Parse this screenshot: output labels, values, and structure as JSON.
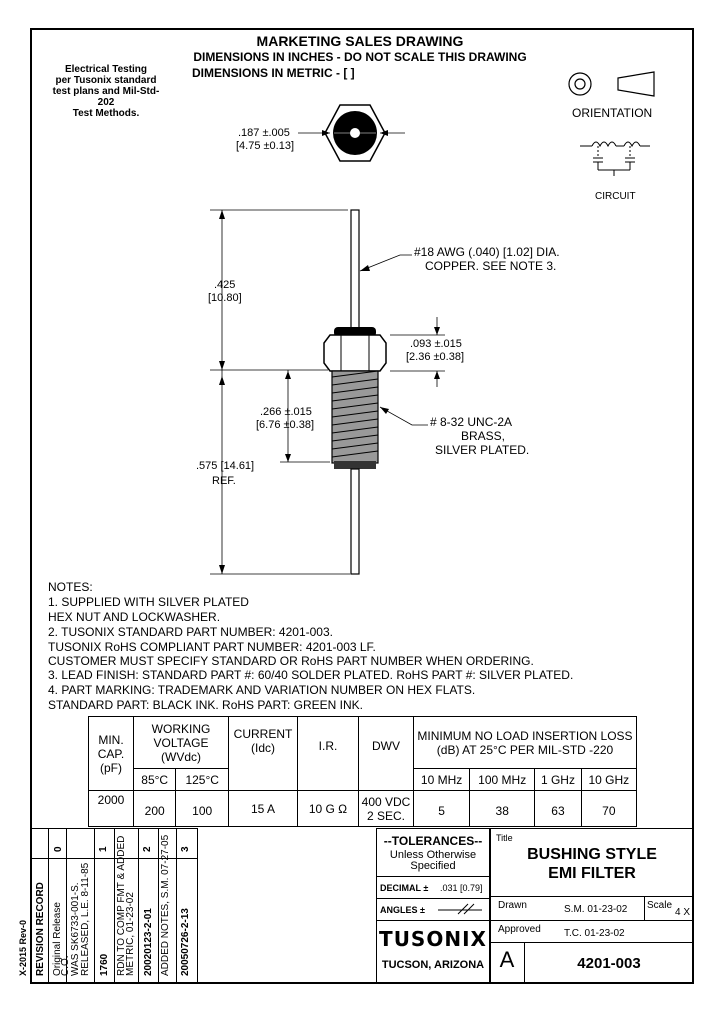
{
  "header": {
    "line1": "MARKETING SALES DRAWING",
    "line2": "DIMENSIONS IN INCHES - DO NOT SCALE THIS DRAWING",
    "line3": "DIMENSIONS IN METRIC - [    ]"
  },
  "testing_note": [
    "Electrical Testing",
    "per Tusonix standard",
    "test plans and Mil-Std-202",
    "Test Methods."
  ],
  "orientation_label": "ORIENTATION",
  "circuit_label": "CIRCUIT",
  "dims": {
    "hex": ".187 ±.005",
    "hex_metric": "[4.75 ±0.13]",
    "lead_len": ".425",
    "lead_len_metric": "[10.80]",
    "wire_note1": "#18 AWG (.040) [1.02] DIA.",
    "wire_note2": "COPPER. SEE NOTE 3.",
    "nut_h": ".093 ±.015",
    "nut_h_metric": "[2.36 ±0.38]",
    "thread_len": ".266 ±.015",
    "thread_len_metric": "[6.76 ±0.38]",
    "thread_note1": "# 8-32  UNC-2A",
    "thread_note2": "BRASS,",
    "thread_note3": "SILVER PLATED.",
    "total": ".575 [14.61]",
    "total_ref": "REF."
  },
  "notes": [
    "NOTES:",
    "1.  SUPPLIED WITH SILVER PLATED",
    "      HEX NUT AND LOCKWASHER.",
    "2.  TUSONIX STANDARD PART NUMBER: 4201-003.",
    "      TUSONIX  RoHS  COMPLIANT PART NUMBER:  4201-003  LF.",
    "      CUSTOMER MUST SPECIFY STANDARD OR  RoHS  PART NUMBER WHEN ORDERING.",
    "3.  LEAD FINISH:  STANDARD PART #: 60/40 SOLDER PLATED.  RoHS PART #: SILVER PLATED.",
    "4.  PART MARKING:  TRADEMARK AND VARIATION NUMBER ON HEX FLATS.",
    "      STANDARD PART: BLACK INK.  RoHS  PART: GREEN INK."
  ],
  "spec": {
    "h_min": "MIN.",
    "h_cap": "CAP.",
    "h_pf": "(pF)",
    "h_w1": "WORKING",
    "h_w2": "VOLTAGE",
    "h_w3": "(WVdc)",
    "h_cur1": "CURRENT",
    "h_cur2": "(Idc)",
    "h_ir": "I.R.",
    "h_dwv": "DWV",
    "h_il1": "MINIMUM NO LOAD INSERTION LOSS",
    "h_il2": "(dB) AT 25°C PER MIL-STD -220",
    "t85": "85°C",
    "t125": "125°C",
    "f1": "10 MHz",
    "f2": "100 MHz",
    "f3": "1 GHz",
    "f4": "10 GHz",
    "cap": "2000",
    "v85": "200",
    "v125": "100",
    "cur": "15 A",
    "ir": "10 G Ω",
    "dwv1": "400 VDC",
    "dwv2": "2 SEC.",
    "il1": "5",
    "il2": "38",
    "il3": "63",
    "il4": "70"
  },
  "revision": {
    "form": "X-2015 Rev-0",
    "title": "REVISION RECORD",
    "r0": "0",
    "r0_a": "Original Release",
    "r0_b": "C.O.",
    "r1": "1",
    "r1_a": "WAS SK6733-001-S.",
    "r1_b": "RELEASED, L.E. 8-11-85",
    "r1_c": "1760",
    "r2": "2",
    "r2_a": "RDN TO COMP FMT & ADDED",
    "r2_b": "METRIC, 01-23-02",
    "r2_c": "20020123-2-01",
    "r3": "3",
    "r3_a": "ADDED NOTES, S.M. 07-27-05",
    "r3_c": "20050726-2-13"
  },
  "tolerances": {
    "title": "--TOLERANCES--",
    "sub1": "Unless Otherwise",
    "sub2": "Specified",
    "decimal": "DECIMAL ±",
    "decimal_val": ".031 [0.79]",
    "angles": "ANGLES ±"
  },
  "company": {
    "logo": "TUSONIX",
    "location": "TUCSON, ARIZONA"
  },
  "titleblock": {
    "title_label": "Title",
    "title1": "BUSHING STYLE",
    "title2": "EMI FILTER",
    "drawn_label": "Drawn",
    "drawn_val": "S.M. 01-23-02",
    "scale_label": "Scale",
    "scale_val": "4 X",
    "approved_label": "Approved",
    "approved_val": "T.C. 01-23-02",
    "rev": "A",
    "part": "4201-003"
  }
}
